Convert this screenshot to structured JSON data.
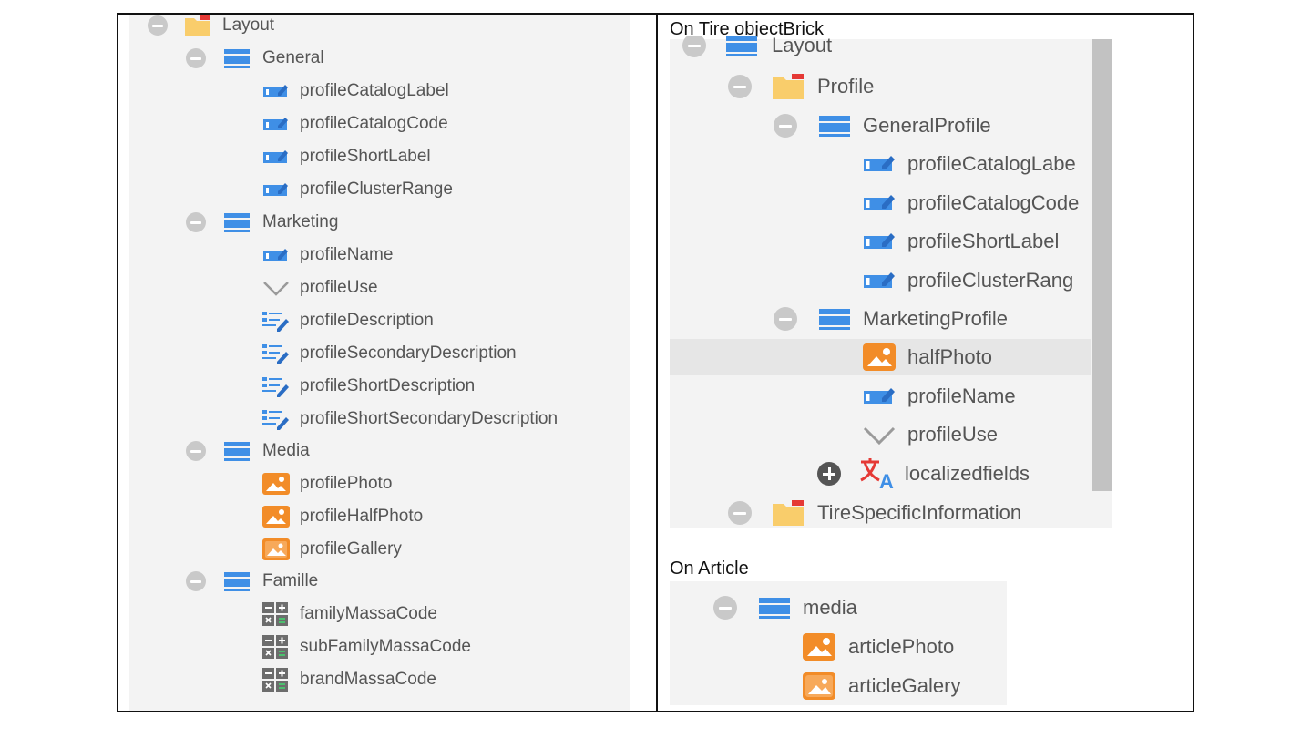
{
  "left_tree": {
    "root": {
      "label": "Layout",
      "icon": "folder-icon"
    },
    "groups": [
      {
        "label": "General",
        "icon": "panel-icon",
        "items": [
          {
            "label": "profileCatalogLabel",
            "icon": "input-icon"
          },
          {
            "label": "profileCatalogCode",
            "icon": "input-icon"
          },
          {
            "label": "profileShortLabel",
            "icon": "input-icon"
          },
          {
            "label": "profileClusterRange",
            "icon": "input-icon"
          }
        ]
      },
      {
        "label": "Marketing",
        "icon": "panel-icon",
        "items": [
          {
            "label": "profileName",
            "icon": "input-icon"
          },
          {
            "label": "profileUse",
            "icon": "select-icon"
          },
          {
            "label": "profileDescription",
            "icon": "textarea-icon"
          },
          {
            "label": "profileSecondaryDescription",
            "icon": "textarea-icon"
          },
          {
            "label": "profileShortDescription",
            "icon": "textarea-icon"
          },
          {
            "label": "profileShortSecondaryDescription",
            "icon": "textarea-icon"
          }
        ]
      },
      {
        "label": "Media",
        "icon": "panel-icon",
        "items": [
          {
            "label": "profilePhoto",
            "icon": "image-icon"
          },
          {
            "label": "profileHalfPhoto",
            "icon": "image-icon"
          },
          {
            "label": "profileGallery",
            "icon": "gallery-icon"
          }
        ]
      },
      {
        "label": "Famille",
        "icon": "panel-icon",
        "items": [
          {
            "label": "familyMassaCode",
            "icon": "calculated-icon"
          },
          {
            "label": "subFamilyMassaCode",
            "icon": "calculated-icon"
          },
          {
            "label": "brandMassaCode",
            "icon": "calculated-icon"
          }
        ]
      }
    ]
  },
  "right_top": {
    "heading": "On Tire objectBrick",
    "root": {
      "label": "Layout",
      "icon": "panel-icon"
    },
    "profile": {
      "label": "Profile",
      "icon": "folder-icon"
    },
    "general_profile": {
      "label": "GeneralProfile",
      "icon": "panel-icon",
      "items": [
        {
          "label": "profileCatalogLabe",
          "icon": "input-icon"
        },
        {
          "label": "profileCatalogCode",
          "icon": "input-icon"
        },
        {
          "label": "profileShortLabel",
          "icon": "input-icon"
        },
        {
          "label": "profileClusterRang",
          "icon": "input-icon"
        }
      ]
    },
    "marketing_profile": {
      "label": "MarketingProfile",
      "icon": "panel-icon",
      "items": [
        {
          "label": "halfPhoto",
          "icon": "image-icon",
          "selected": true
        },
        {
          "label": "profileName",
          "icon": "input-icon"
        },
        {
          "label": "profileUse",
          "icon": "select-icon"
        }
      ]
    },
    "localized": {
      "label": "localizedfields",
      "icon": "translate-icon"
    },
    "tire_specific": {
      "label": "TireSpecificInformation",
      "icon": "folder-icon"
    }
  },
  "right_bottom": {
    "heading": "On Article",
    "group": {
      "label": "media",
      "icon": "panel-icon"
    },
    "items": [
      {
        "label": "articlePhoto",
        "icon": "image-icon"
      },
      {
        "label": "articleGalery",
        "icon": "gallery-icon"
      }
    ]
  },
  "colors": {
    "blue": "#3f8fe6",
    "orange": "#f28c28",
    "folder": "#f9cd6b",
    "red": "#e53935",
    "panel": "#f3f3f3"
  }
}
